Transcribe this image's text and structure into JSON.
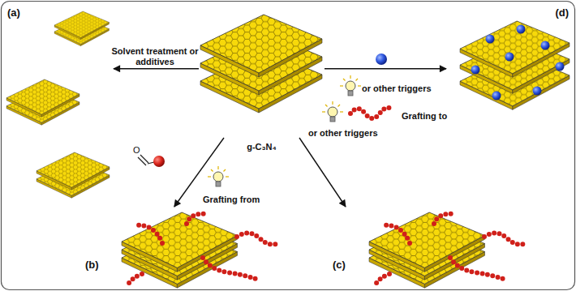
{
  "diagram": {
    "nodes": [
      {
        "text": [
          "(a)"
        ]
      },
      {
        "text": [
          "g-C₃N₄"
        ]
      },
      {
        "text": [
          "(d)"
        ]
      },
      {
        "text": [
          "(b)"
        ]
      },
      {
        "text": [
          "(c)"
        ]
      }
    ],
    "edges": [
      {
        "from": 1,
        "to": 0,
        "arrow": "to"
      },
      {
        "from": 1,
        "to": 2,
        "arrow": "to"
      },
      {
        "from": 1,
        "to": 3,
        "arrow": "to"
      },
      {
        "from": 1,
        "to": 4,
        "arrow": "to"
      }
    ],
    "labels": [
      "Solvent treatment or additives",
      "O",
      "Grafting from",
      "or other triggers",
      "Grafting to",
      "or other triggers"
    ]
  }
}
